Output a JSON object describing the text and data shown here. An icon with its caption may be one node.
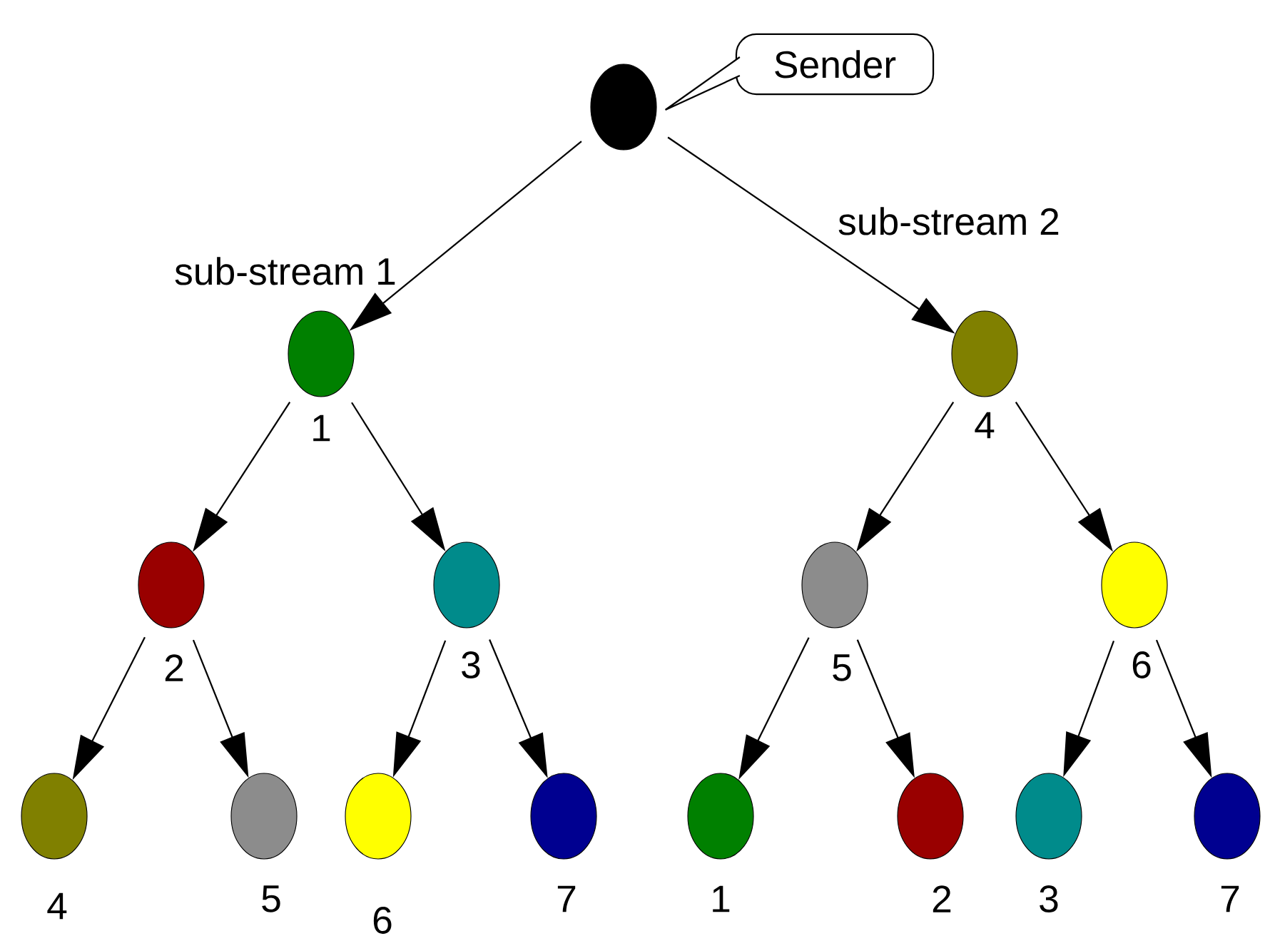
{
  "diagram": {
    "nodes": [
      {
        "text": [
          "Sender"
        ]
      },
      {
        "text": [],
        "shape": "circle"
      },
      {
        "text": [],
        "shape": "circle",
        "beside": [
          "1"
        ]
      },
      {
        "text": [],
        "shape": "circle",
        "beside": [
          "4"
        ]
      },
      {
        "text": [],
        "shape": "circle",
        "beside": [
          "2"
        ]
      },
      {
        "text": [],
        "shape": "circle",
        "beside": [
          "3"
        ]
      },
      {
        "text": [],
        "shape": "circle",
        "beside": [
          "5"
        ]
      },
      {
        "text": [],
        "shape": "circle",
        "beside": [
          "6"
        ]
      },
      {
        "text": [],
        "shape": "circle",
        "beside": [
          "4"
        ]
      },
      {
        "text": [],
        "shape": "circle",
        "beside": [
          "5"
        ]
      },
      {
        "text": [],
        "shape": "circle",
        "beside": [
          "6"
        ]
      },
      {
        "text": [],
        "shape": "circle",
        "beside": [
          "7"
        ]
      },
      {
        "text": [],
        "shape": "circle",
        "beside": [
          "1"
        ]
      },
      {
        "text": [],
        "shape": "circle",
        "beside": [
          "2"
        ]
      },
      {
        "text": [],
        "shape": "circle",
        "beside": [
          "3"
        ]
      },
      {
        "text": [],
        "shape": "circle",
        "beside": [
          "7"
        ]
      }
    ],
    "edges": [
      {
        "from": 0,
        "to": 1,
        "arrow": "none"
      },
      {
        "from": 1,
        "to": 2,
        "arrow": "to",
        "label": "sub-stream 1"
      },
      {
        "from": 1,
        "to": 3,
        "arrow": "to",
        "label": "sub-stream 2"
      },
      {
        "from": 2,
        "to": 4,
        "arrow": "to"
      },
      {
        "from": 2,
        "to": 5,
        "arrow": "to"
      },
      {
        "from": 3,
        "to": 6,
        "arrow": "to"
      },
      {
        "from": 3,
        "to": 7,
        "arrow": "to"
      },
      {
        "from": 4,
        "to": 8,
        "arrow": "to"
      },
      {
        "from": 4,
        "to": 9,
        "arrow": "to"
      },
      {
        "from": 5,
        "to": 10,
        "arrow": "to"
      },
      {
        "from": 5,
        "to": 11,
        "arrow": "to"
      },
      {
        "from": 6,
        "to": 12,
        "arrow": "to"
      },
      {
        "from": 6,
        "to": 13,
        "arrow": "to"
      },
      {
        "from": 7,
        "to": 14,
        "arrow": "to"
      },
      {
        "from": 7,
        "to": 15,
        "arrow": "to"
      }
    ]
  }
}
